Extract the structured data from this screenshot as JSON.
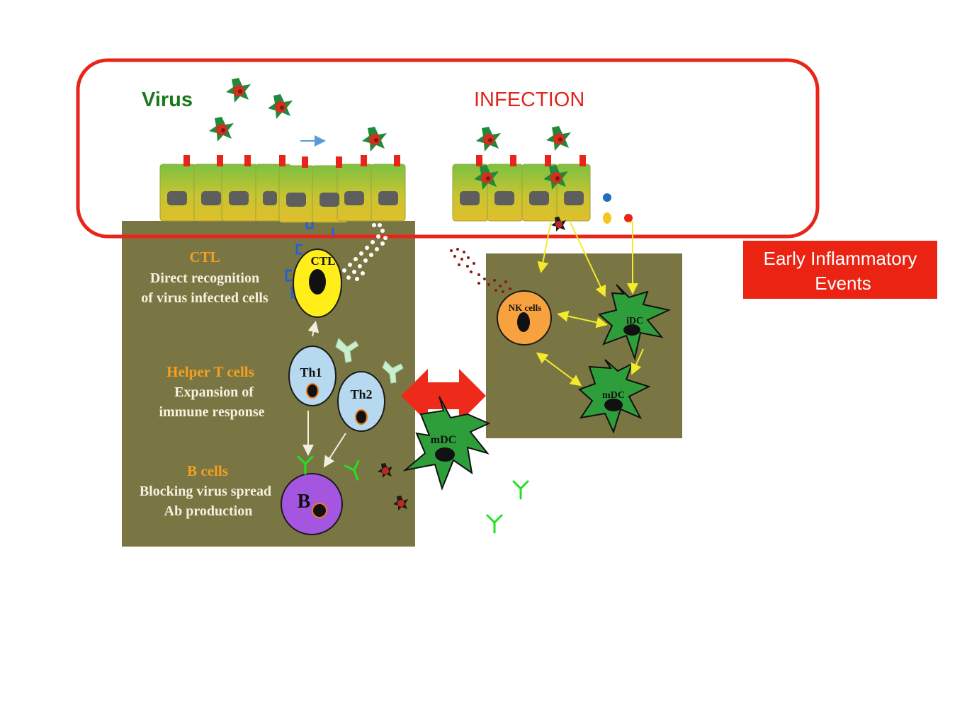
{
  "labels": {
    "virus": "Virus",
    "infection": "INFECTION",
    "early_events": [
      "Early Inflammatory",
      "Events"
    ],
    "ctl_title": "CTL",
    "ctl_desc": [
      "Direct recognition",
      "of virus infected cells"
    ],
    "helper_title": "Helper T cells",
    "helper_desc": [
      "Expansion of",
      "immune response"
    ],
    "bcell_title": "B cells",
    "bcell_desc": [
      "Blocking virus spread",
      "Ab production"
    ],
    "cells": {
      "ctl": "CTL",
      "th1": "Th1",
      "th2": "Th2",
      "b": "B",
      "mdc_main": "mDC",
      "nk": "NK cells",
      "idc": "iDC",
      "mdc_right": "mDC"
    }
  },
  "colors": {
    "frame_red": "#e8251a",
    "panel_olive": "#7a7643",
    "virus_green": "#1f8a3a",
    "virus_core": "#d32f1f",
    "label_green": "#1a7a1a",
    "label_orange": "#f4a020",
    "ctl_yellow": "#ffee1a",
    "th_blue": "#b7d9f0",
    "b_purple": "#a556e0",
    "nk_orange": "#f7a23e",
    "dc_green": "#2e9e3a",
    "arrow_yellow": "#f2ea2a",
    "badge_red": "#ea2313"
  },
  "icons": [
    "virus-icon",
    "epithelial-cell",
    "dendritic-cell",
    "antibody-icon",
    "double-arrow-icon"
  ]
}
